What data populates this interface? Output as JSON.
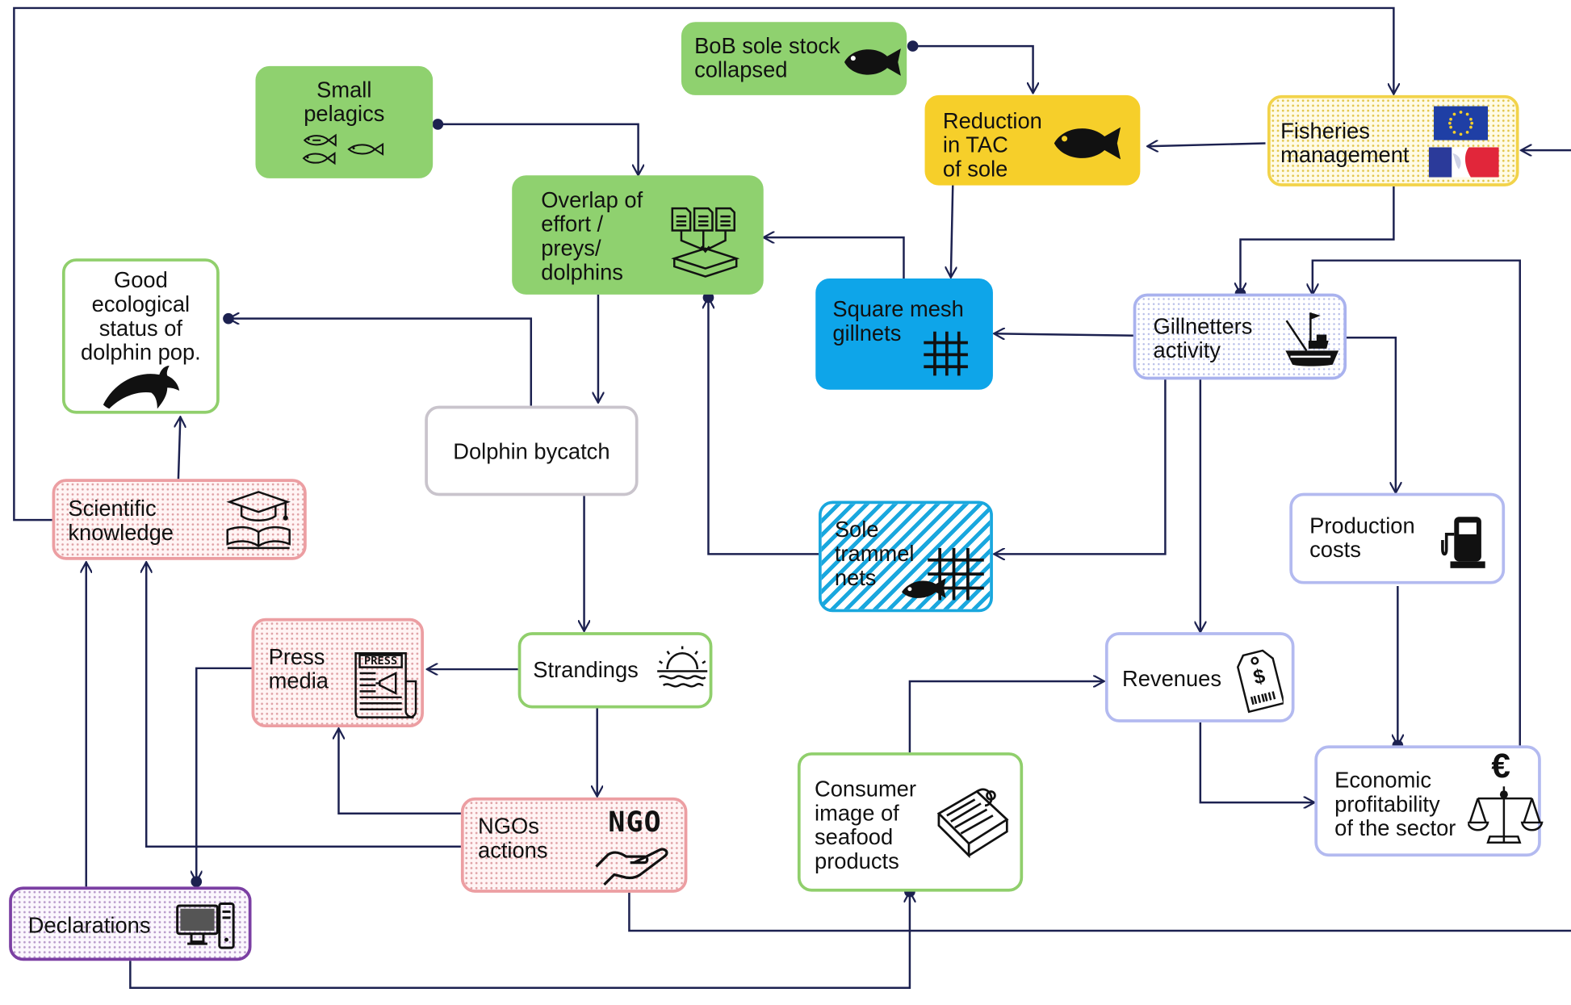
{
  "nodes": {
    "bob_sole": "BoB sole stock\ncollapsed",
    "small_pelagics": "Small\npelagics",
    "reduction_tac": "Reduction\nin TAC\nof sole",
    "fisheries_mgmt": "Fisheries\nmanagement",
    "overlap": "Overlap of\neffort /\npreys/\ndolphins",
    "good_status": "Good\necological\nstatus of\ndolphin pop.",
    "square_mesh": "Square mesh\ngillnets",
    "gillnetters": "Gillnetters\nactivity",
    "dolphin_bycatch": "Dolphin bycatch",
    "scientific": "Scientific\nknowledge",
    "sole_trammel": "Sole\ntrammel\nnets",
    "production_costs": "Production\ncosts",
    "press_media": "Press\nmedia",
    "strandings": "Strandings",
    "revenues": "Revenues",
    "consumer_image": "Consumer\nimage of\nseafood\nproducts",
    "economic": "Economic\nprofitability\nof the sector",
    "ngos": "NGOs\nactions",
    "declarations": "Declarations"
  },
  "icon_text": {
    "ngo": "NGO",
    "press": "PRESS",
    "euro": "€",
    "dollar": "$"
  },
  "colors": {
    "line": "#1c2150",
    "green_fill": "#8fd16f",
    "yellow_fill": "#f6cf2a",
    "blue_fill": "#0ea5e9",
    "pink_border": "#ec9ea2",
    "lavender_border": "#a9b2ee",
    "purple_border": "#7b3fa3"
  }
}
